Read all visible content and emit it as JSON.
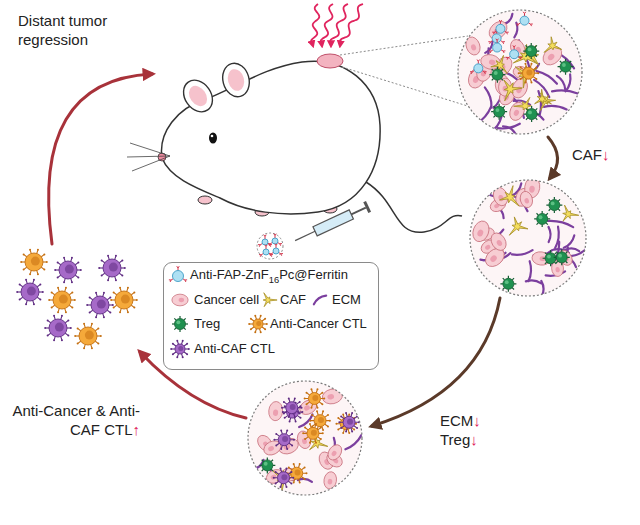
{
  "diagram": {
    "labels": [
      "Distant tumor regression",
      "CAF↓",
      "ECM↓ Treg↓",
      "Anti-Cancer & Anti-CAF CTL↑"
    ],
    "legend": [
      {
        "text": "Anti-FAP-ZnF16Pc@Ferritin"
      },
      {
        "text": "Cancer cell"
      },
      {
        "text": "CAF"
      },
      {
        "text": "ECM"
      },
      {
        "text": "Treg"
      },
      {
        "text": "Anti-Cancer CTL"
      },
      {
        "text": "Anti-CAF CTL"
      }
    ]
  }
}
